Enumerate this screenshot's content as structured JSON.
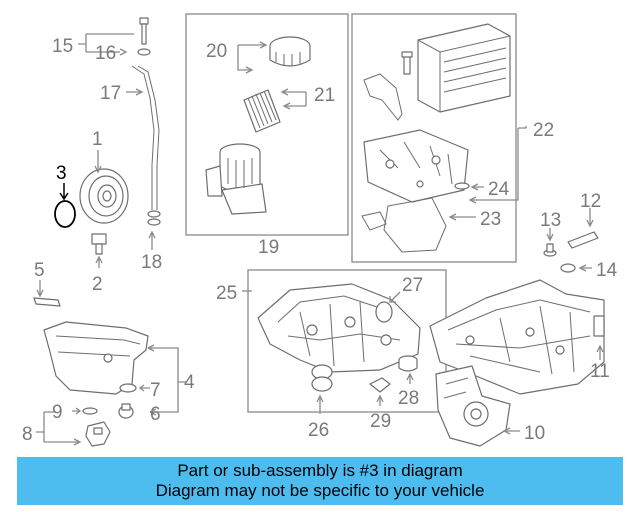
{
  "diagram": {
    "callouts": [
      "1",
      "2",
      "3",
      "4",
      "5",
      "6",
      "7",
      "8",
      "9",
      "10",
      "11",
      "12",
      "13",
      "14",
      "15",
      "16",
      "17",
      "18",
      "19",
      "20",
      "21",
      "22",
      "23",
      "24",
      "25",
      "26",
      "27",
      "28",
      "29"
    ],
    "highlighted_callout": "3",
    "colors": {
      "banner_background": "#4dbdf0",
      "highlight": "#000000",
      "callout_gray": "#7a7a7a"
    }
  },
  "banner": {
    "line1": "Part or sub-assembly is #3 in diagram",
    "line2": "Diagram may not be specific to your vehicle"
  }
}
